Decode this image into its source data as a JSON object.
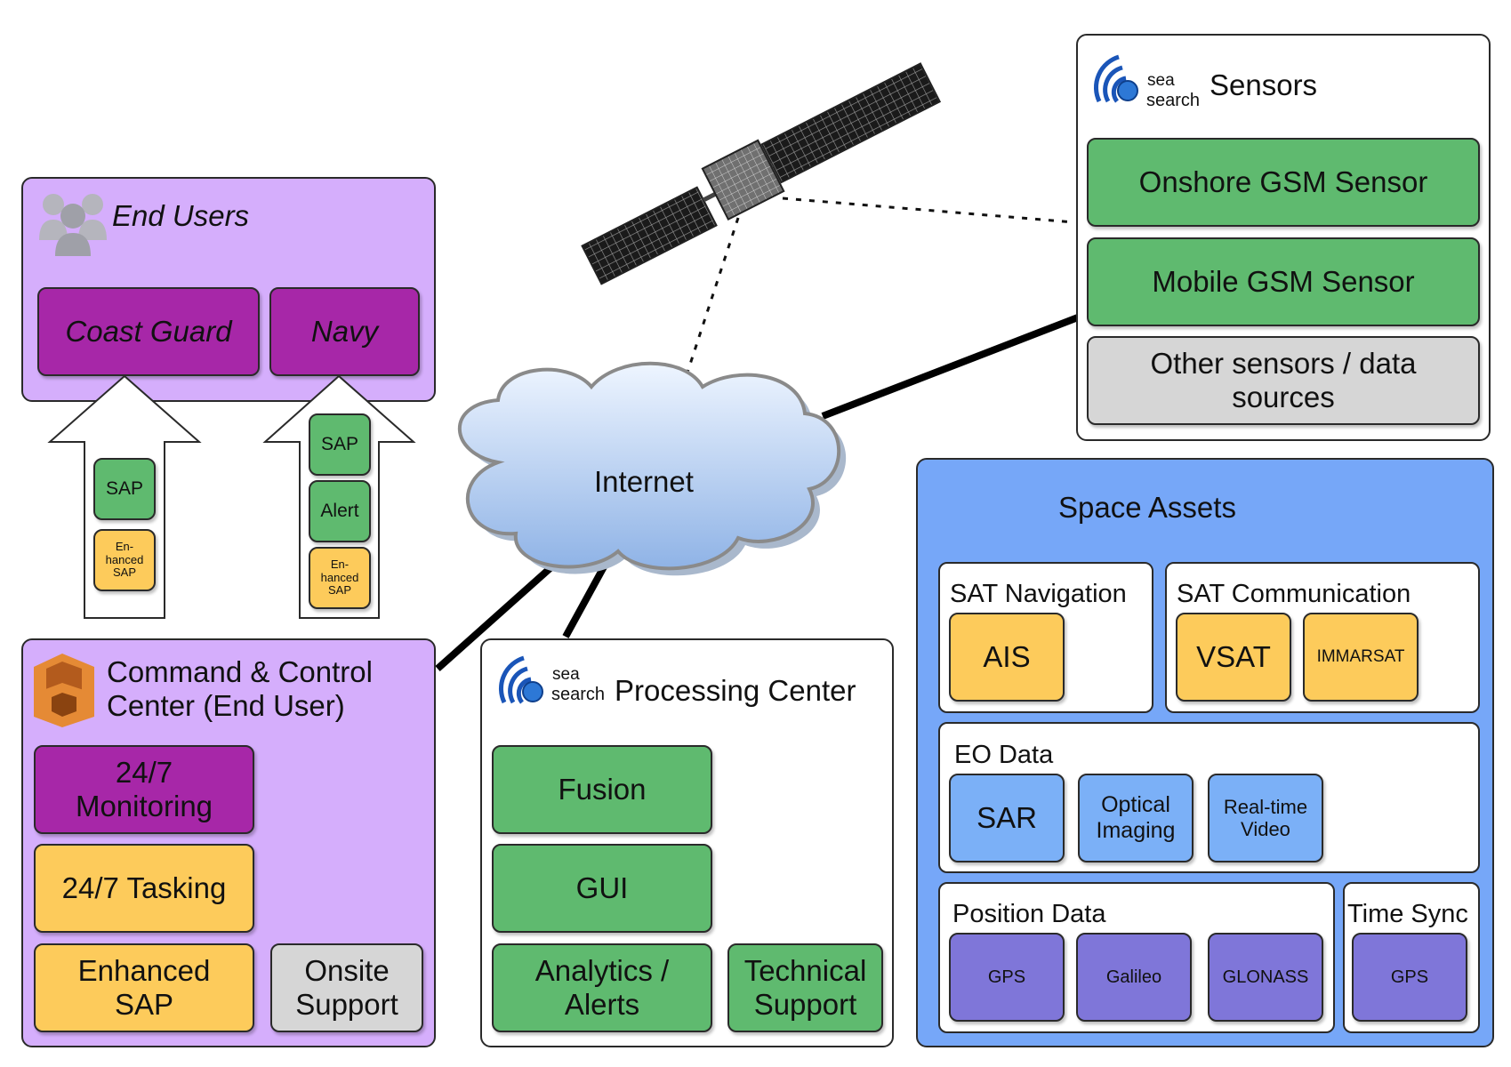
{
  "end_users": {
    "title": "End Users",
    "coast_guard": "Coast Guard",
    "navy": "Navy"
  },
  "arrows": {
    "left": [
      "SAP",
      "En-\nhanced\nSAP"
    ],
    "right": [
      "SAP",
      "Alert",
      "En-\nhanced\nSAP"
    ]
  },
  "command_center": {
    "title_line1": "Command & Control",
    "title_line2": "Center (End User)",
    "monitoring": "24/7\nMonitoring",
    "tasking": "24/7 Tasking",
    "enhanced_sap": "Enhanced\nSAP",
    "onsite_support": "Onsite\nSupport"
  },
  "internet": {
    "label": "Internet"
  },
  "logo": {
    "line1": "sea",
    "line2": "search"
  },
  "processing_center": {
    "title": "Processing Center",
    "fusion": "Fusion",
    "gui": "GUI",
    "analytics": "Analytics /\nAlerts",
    "technical_support": "Technical\nSupport"
  },
  "sensors": {
    "title": "Sensors",
    "onshore": "Onshore GSM Sensor",
    "mobile": "Mobile GSM Sensor",
    "other": "Other sensors / data\nsources"
  },
  "space_assets": {
    "title": "Space Assets",
    "sat_navigation": {
      "title": "SAT Navigation",
      "items": [
        "AIS"
      ]
    },
    "sat_communication": {
      "title": "SAT Communication",
      "items": [
        "VSAT",
        "IMMARSAT"
      ]
    },
    "eo_data": {
      "title": "EO Data",
      "items": [
        "SAR",
        "Optical\nImaging",
        "Real-time\nVideo"
      ]
    },
    "position_data": {
      "title": "Position Data",
      "items": [
        "GPS",
        "Galileo",
        "GLONASS"
      ]
    },
    "time_sync": {
      "title": "Time Sync",
      "items": [
        "GPS"
      ]
    }
  },
  "colors": {
    "green": "#5fba6f",
    "purple": "#a727a8",
    "yellow": "#fdcb5b",
    "grey": "#d6d6d6",
    "blue": "#7bb0f7",
    "indigo": "#7f76d9",
    "lavender": "#d5aefc",
    "space_bg": "#76a7f8"
  }
}
